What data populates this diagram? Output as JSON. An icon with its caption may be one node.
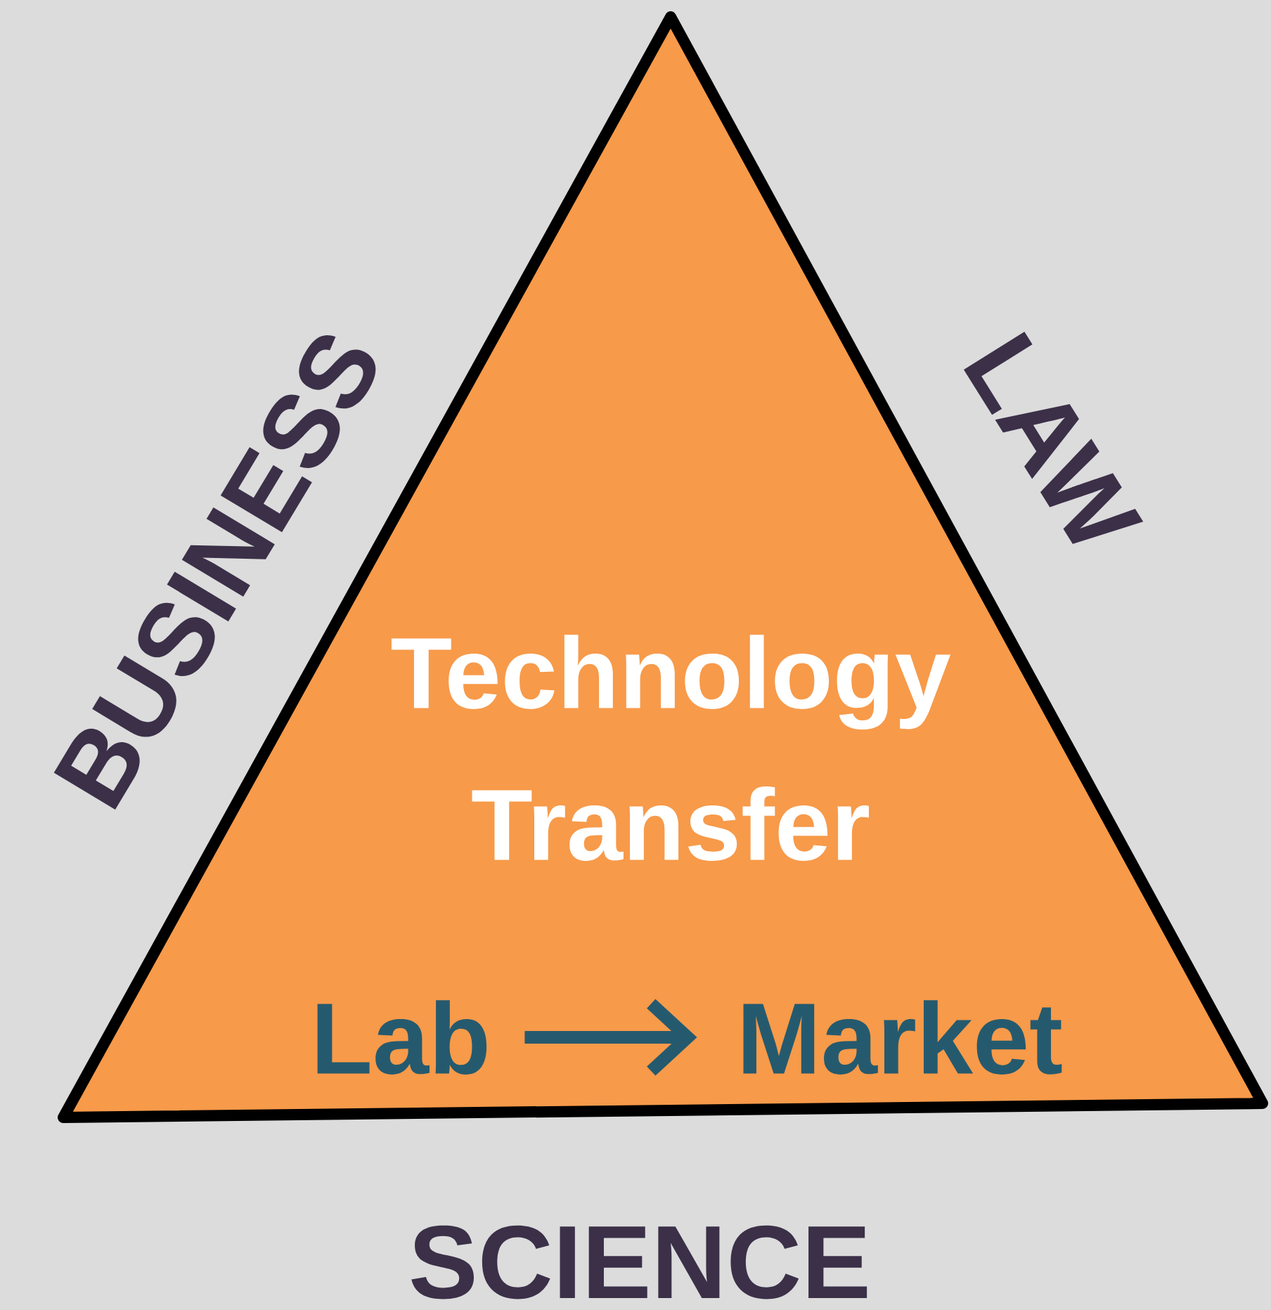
{
  "diagram": {
    "nodes": [
      {
        "text": [
          "Technology Transfer"
        ]
      },
      {
        "text": [
          "Lab"
        ],
        "in": 0
      },
      {
        "text": [
          "Market"
        ],
        "in": 0
      }
    ],
    "edges": [
      {
        "from": 1,
        "to": 2,
        "arrow": "to"
      }
    ],
    "labels": [
      "BUSINESS",
      "LAW",
      "SCIENCE"
    ]
  }
}
